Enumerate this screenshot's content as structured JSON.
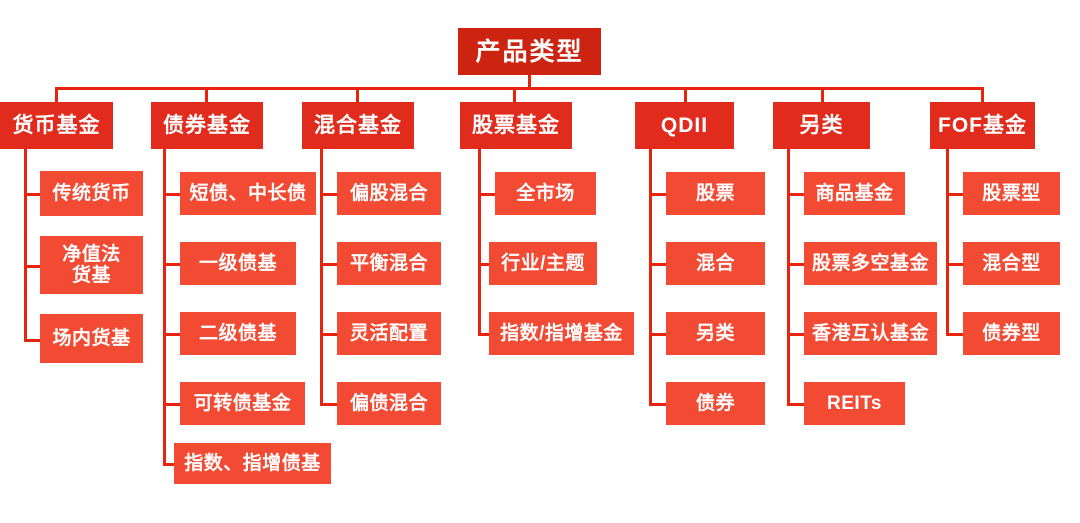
{
  "diagram": {
    "title": "产品类型",
    "type": "organization-tree",
    "colors": {
      "root_bg": "#cd2311",
      "level2_bg": "#e02b1d",
      "level3_bg": "#f24a33",
      "connector": "#e8240f",
      "text": "#ffffff",
      "background": "#ffffff"
    },
    "root": {
      "label": "产品类型"
    },
    "branches": [
      {
        "label": "货币基金",
        "children": [
          {
            "label": "传统货币"
          },
          {
            "label": "净值法\n货基"
          },
          {
            "label": "场内货基"
          }
        ]
      },
      {
        "label": "债券基金",
        "children": [
          {
            "label": "短债、中长债"
          },
          {
            "label": "一级债基"
          },
          {
            "label": "二级债基"
          },
          {
            "label": "可转债基金"
          },
          {
            "label": "指数、指增债基"
          }
        ]
      },
      {
        "label": "混合基金",
        "children": [
          {
            "label": "偏股混合"
          },
          {
            "label": "平衡混合"
          },
          {
            "label": "灵活配置"
          },
          {
            "label": "偏债混合"
          }
        ]
      },
      {
        "label": "股票基金",
        "children": [
          {
            "label": "全市场"
          },
          {
            "label": "行业/主题"
          },
          {
            "label": "指数/指增基金"
          }
        ]
      },
      {
        "label": "QDII",
        "children": [
          {
            "label": "股票"
          },
          {
            "label": "混合"
          },
          {
            "label": "另类"
          },
          {
            "label": "债券"
          }
        ]
      },
      {
        "label": "另类",
        "children": [
          {
            "label": "商品基金"
          },
          {
            "label": "股票多空基金"
          },
          {
            "label": "香港互认基金"
          },
          {
            "label": "REITs"
          }
        ]
      },
      {
        "label": "FOF基金",
        "children": [
          {
            "label": "股票型"
          },
          {
            "label": "混合型"
          },
          {
            "label": "债券型"
          }
        ]
      }
    ]
  }
}
